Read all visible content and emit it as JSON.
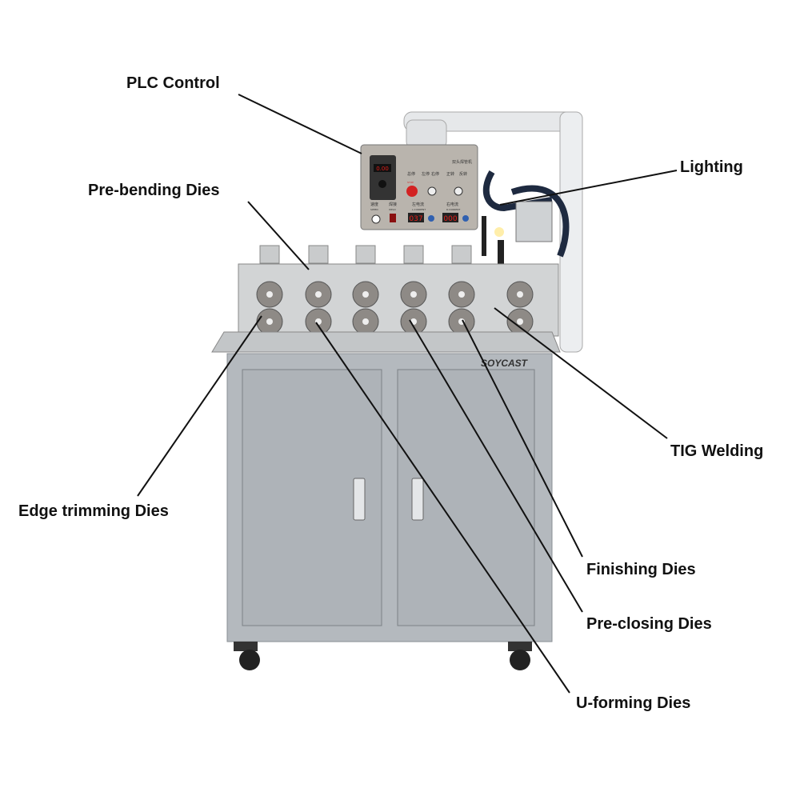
{
  "labels": {
    "plc": "PLC Control",
    "lighting": "Lighting",
    "pre_bending": "Pre-bending Dies",
    "tig": "TIG Welding",
    "edge_trimming": "Edge trimming Dies",
    "finishing": "Finishing Dies",
    "pre_closing": "Pre-closing Dies",
    "u_forming": "U-forming Dies"
  },
  "panel": {
    "title": "双头焊管机",
    "inverter_display": "0.00",
    "stop": "总停",
    "stop_en": "STOP",
    "left_stop": "左停",
    "right_stop": "右停",
    "forward": "正转",
    "reverse": "反转",
    "speed": "速度",
    "speed_en": "SPEED",
    "weld": "焊接",
    "weld_en": "WELD",
    "l_current": "左电流",
    "l_current_en": "L.CURRENT",
    "r_current": "右电流",
    "r_current_en": "R.CURRENT",
    "l_current_value": "037",
    "r_current_value": "000"
  },
  "brand": "SOYCAST",
  "colors": {
    "cabinet": "#b4b9be",
    "steel": "#c8cbcc",
    "display": "#e8201a"
  }
}
